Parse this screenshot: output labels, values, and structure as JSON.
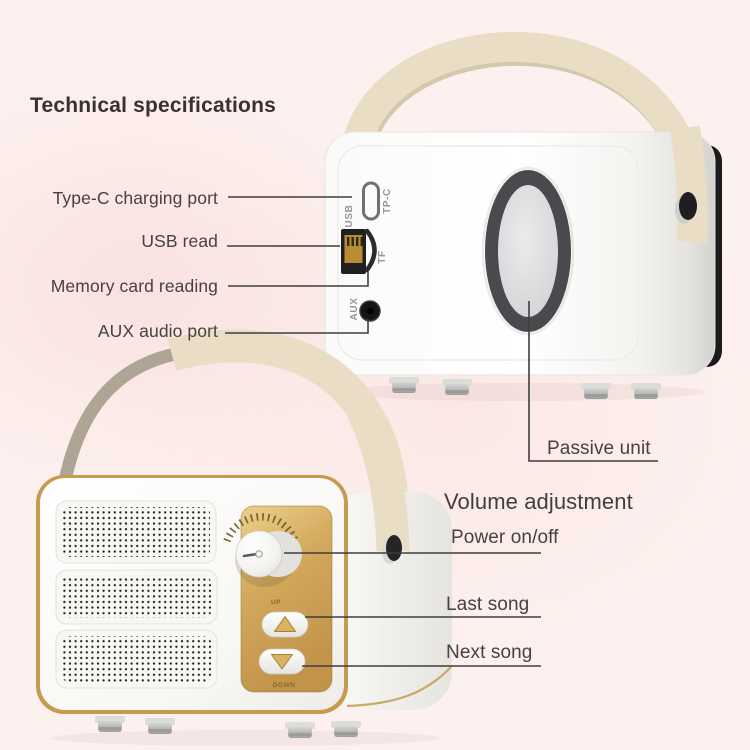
{
  "title": "Technical specifications",
  "colors": {
    "background": "#fdf1ef",
    "leader_line": "#3e3e40",
    "text": "#48413f",
    "gold_trim": "#c49b50",
    "handle_cream": "#e9ddc6",
    "radiator_ring": "#4a4a4e"
  },
  "annotations": {
    "left": [
      {
        "label": "Type-C charging port"
      },
      {
        "label": "USB read"
      },
      {
        "label": "Memory card reading"
      },
      {
        "label": "AUX audio port"
      }
    ],
    "right": [
      {
        "label": "Passive unit"
      },
      {
        "label": "Volume adjustment"
      },
      {
        "label": "Power on/off"
      },
      {
        "label": "Last song"
      },
      {
        "label": "Next song"
      }
    ]
  },
  "back_view": {
    "port_labels": {
      "type_c": "TP-C",
      "usb": "USB",
      "tf": "TF",
      "aux": "AUX"
    }
  },
  "front_view": {
    "knob_scale_top_label": "UP",
    "knob_scale_bottom_label": "DOWN"
  }
}
